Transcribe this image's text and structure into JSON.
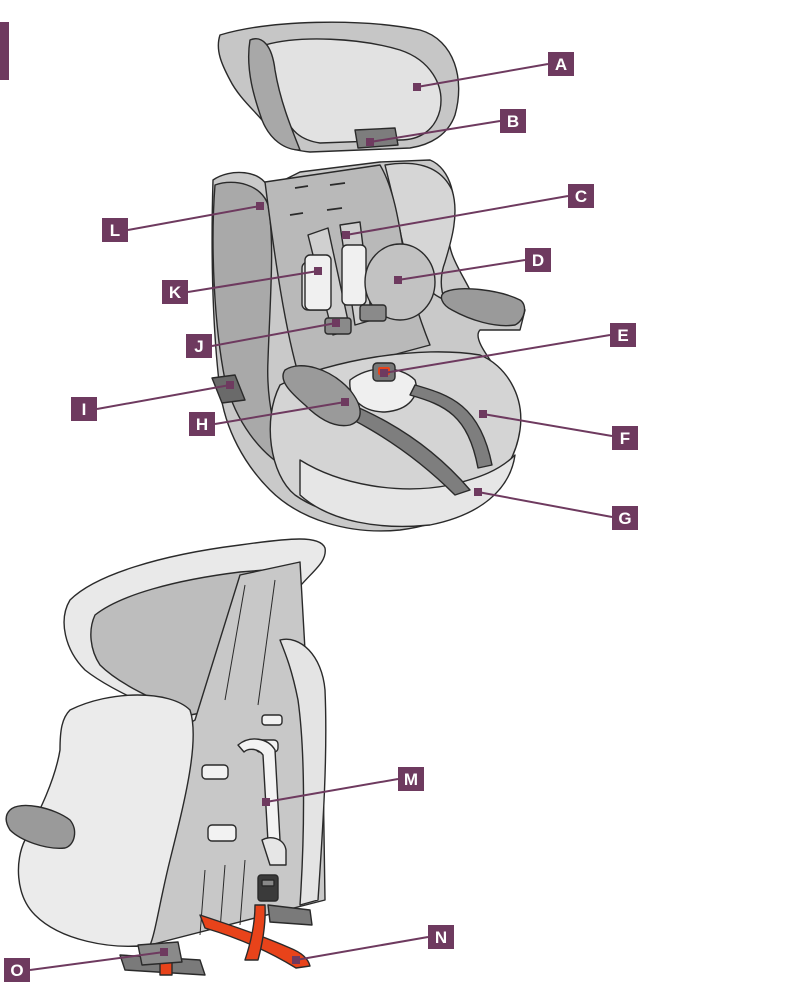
{
  "colors": {
    "callout_box": "#6e3a5f",
    "leader_line": "#6e3a5f",
    "side_tab": "#6e3a5f",
    "seat_fabric_light": "#e9e9e9",
    "seat_fabric_mid": "#c9c9c9",
    "seat_fabric_dark": "#9a9a9a",
    "outline": "#2a2a2a",
    "latch_strap": "#e8431a"
  },
  "callouts": [
    {
      "id": "A",
      "letter": "A"
    },
    {
      "id": "B",
      "letter": "B"
    },
    {
      "id": "C",
      "letter": "C"
    },
    {
      "id": "D",
      "letter": "D"
    },
    {
      "id": "E",
      "letter": "E"
    },
    {
      "id": "F",
      "letter": "F"
    },
    {
      "id": "G",
      "letter": "G"
    },
    {
      "id": "H",
      "letter": "H"
    },
    {
      "id": "I",
      "letter": "I"
    },
    {
      "id": "J",
      "letter": "J"
    },
    {
      "id": "K",
      "letter": "K"
    },
    {
      "id": "L",
      "letter": "L"
    },
    {
      "id": "M",
      "letter": "M"
    },
    {
      "id": "N",
      "letter": "N"
    },
    {
      "id": "O",
      "letter": "O"
    }
  ]
}
